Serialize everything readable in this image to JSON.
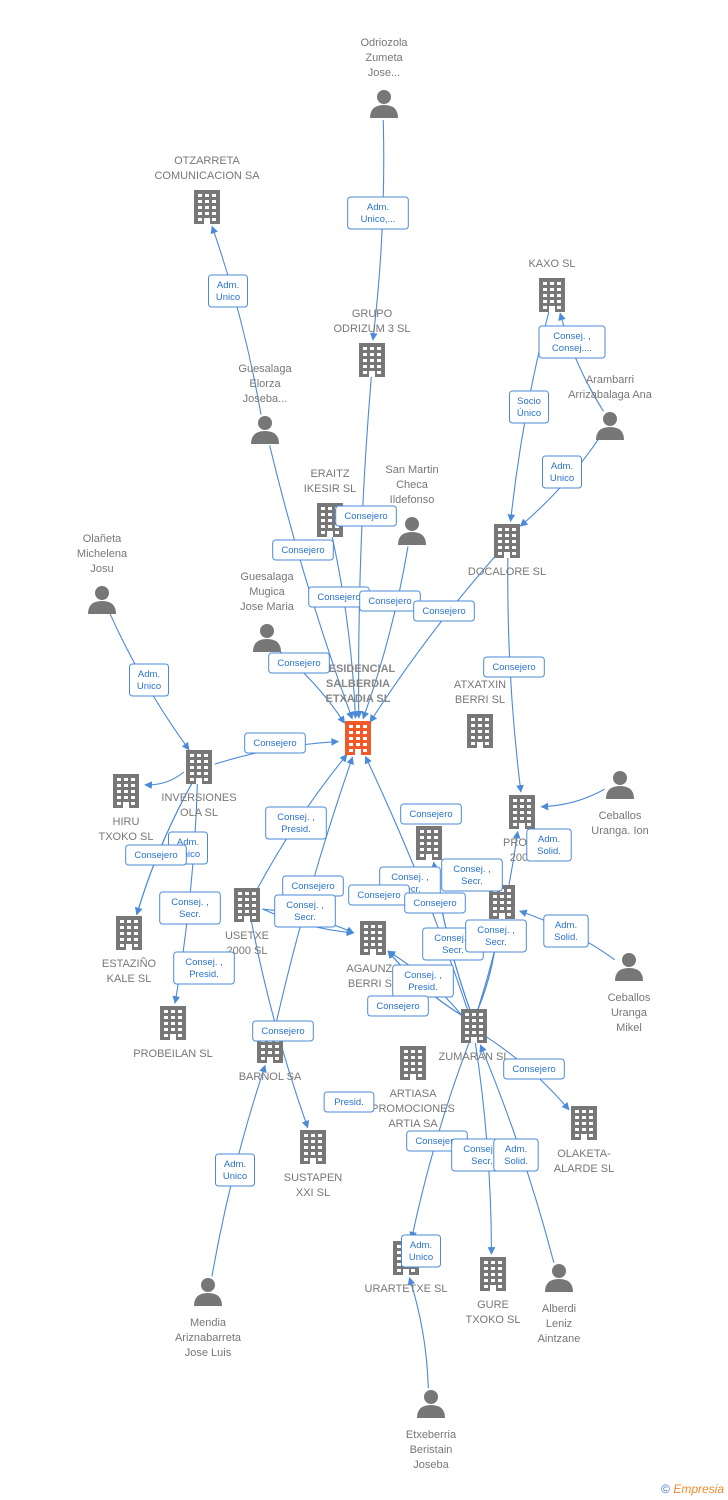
{
  "colors": {
    "edge": "#4a8ad8",
    "node": "#777777",
    "center": "#f05a28"
  },
  "nodes": [
    {
      "id": "center",
      "type": "company",
      "center": true,
      "lines": [
        "RESIDENCIAL",
        "SALBERDIA",
        "ETXADIA SL"
      ]
    },
    {
      "id": "odriozola",
      "type": "person",
      "lines": [
        "Odriozola",
        "Zumeta",
        "Jose..."
      ]
    },
    {
      "id": "otzarreta",
      "type": "company",
      "lines": [
        "OTZARRETA",
        "COMUNICACION SA"
      ]
    },
    {
      "id": "grupo",
      "type": "company",
      "lines": [
        "GRUPO",
        "ODRIZUM 3 SL"
      ]
    },
    {
      "id": "kaxo",
      "type": "company",
      "lines": [
        "KAXO SL"
      ]
    },
    {
      "id": "arambarri",
      "type": "person",
      "lines": [
        "Arambarri",
        "Arrizabalaga Ana"
      ]
    },
    {
      "id": "guesalaga_elorza",
      "type": "person",
      "lines": [
        "Guesalaga",
        "Elorza",
        "Joseba..."
      ]
    },
    {
      "id": "eraitz",
      "type": "company",
      "lines": [
        "ERAITZ",
        "IKESIR SL"
      ]
    },
    {
      "id": "sanmartin",
      "type": "person",
      "lines": [
        "San Martin",
        "Checa",
        "Ildefonso"
      ]
    },
    {
      "id": "docalore",
      "type": "company",
      "lines": [
        "DOCALORE SL"
      ]
    },
    {
      "id": "olaneta",
      "type": "person",
      "lines": [
        "Olañeta",
        "Michelena",
        "Josu"
      ]
    },
    {
      "id": "guesalaga_mugica",
      "type": "person",
      "lines": [
        "Guesalaga",
        "Mugica",
        "Jose Maria"
      ]
    },
    {
      "id": "atxatxin",
      "type": "company",
      "lines": [
        "ATXATXIN",
        "BERRI SL"
      ]
    },
    {
      "id": "inversiones",
      "type": "company",
      "lines": [
        "INVERSIONES",
        "OLA SL"
      ]
    },
    {
      "id": "hiru",
      "type": "company",
      "lines": [
        "HIRU",
        "TXOKO SL"
      ]
    },
    {
      "id": "prote",
      "type": "company",
      "lines": [
        "PROTE",
        "2002"
      ]
    },
    {
      "id": "ceballos_ion",
      "type": "person",
      "lines": [
        "Ceballos",
        "Uranga. Ion"
      ]
    },
    {
      "id": "mid_building",
      "type": "company",
      "lines": []
    },
    {
      "id": "usetxe",
      "type": "company",
      "lines": [
        "USETXE",
        "2000 SL"
      ]
    },
    {
      "id": "estazino",
      "type": "company",
      "lines": [
        "ESTAZIÑO",
        "KALE SL"
      ]
    },
    {
      "id": "agaunza",
      "type": "company",
      "lines": [
        "AGAUNZA",
        "BERRI SL"
      ]
    },
    {
      "id": "de_building",
      "type": "company",
      "lines": [
        "DE..."
      ]
    },
    {
      "id": "ceballos_mikel",
      "type": "person",
      "lines": [
        "Ceballos",
        "Uranga",
        "Mikel"
      ]
    },
    {
      "id": "probeilan",
      "type": "company",
      "lines": [
        "PROBEILAN SL"
      ]
    },
    {
      "id": "barnol",
      "type": "company",
      "lines": [
        "BARNOL SA"
      ]
    },
    {
      "id": "zumaran",
      "type": "company",
      "lines": [
        "ZUMARAN SL"
      ]
    },
    {
      "id": "artiasa",
      "type": "company",
      "lines": [
        "ARTIASA",
        "PROMOCIONES",
        "ARTIA SA"
      ]
    },
    {
      "id": "olaketa",
      "type": "company",
      "lines": [
        "OLAKETA-",
        "ALARDE SL"
      ]
    },
    {
      "id": "sustapen",
      "type": "company",
      "lines": [
        "SUSTAPEN",
        "XXI SL"
      ]
    },
    {
      "id": "mendia",
      "type": "person",
      "lines": [
        "Mendia",
        "Ariznabarreta",
        "Jose Luis"
      ]
    },
    {
      "id": "urartetxe",
      "type": "company",
      "lines": [
        "URARTETXE SL"
      ]
    },
    {
      "id": "gure",
      "type": "company",
      "lines": [
        "GURE",
        "TXOKO SL"
      ]
    },
    {
      "id": "alberdi",
      "type": "person",
      "lines": [
        "Alberdi",
        "Leniz",
        "Aintzane"
      ]
    },
    {
      "id": "etxeberria",
      "type": "person",
      "lines": [
        "Etxeberria",
        "Beristain",
        "Joseba"
      ]
    }
  ],
  "edges": [
    {
      "from": "odriozola",
      "to": "grupo",
      "label": [
        "Adm.",
        "Unico,..."
      ]
    },
    {
      "from": "guesalaga_elorza",
      "to": "otzarreta",
      "label": [
        "Adm.",
        "Unico"
      ]
    },
    {
      "from": "arambarri",
      "to": "kaxo",
      "label": [
        "Consej. ,",
        "Consej...."
      ]
    },
    {
      "from": "kaxo",
      "to": "docalore",
      "label": [
        "Socio",
        "Único"
      ]
    },
    {
      "from": "arambarri",
      "to": "docalore",
      "label": [
        "Adm.",
        "Unico"
      ]
    },
    {
      "from": "guesalaga_elorza",
      "to": "center",
      "label": [
        "Consejero"
      ]
    },
    {
      "from": "eraitz",
      "to": "center",
      "label": [
        "Consejero"
      ]
    },
    {
      "from": "grupo",
      "to": "center",
      "label": [
        "Consejero"
      ]
    },
    {
      "from": "sanmartin",
      "to": "center",
      "label": [
        "Consejero"
      ]
    },
    {
      "from": "docalore",
      "to": "center",
      "label": [
        "Consejero"
      ]
    },
    {
      "from": "guesalaga_mugica",
      "to": "center",
      "label": [
        "Consejero"
      ]
    },
    {
      "from": "olaneta",
      "to": "inversiones",
      "label": [
        "Adm.",
        "Unico"
      ]
    },
    {
      "from": "inversiones",
      "to": "center",
      "label": [
        "Consejero"
      ]
    },
    {
      "from": "docalore",
      "to": "prote",
      "label": [
        "Consejero"
      ]
    },
    {
      "from": "usetxe",
      "to": "center",
      "label": [
        "Consej. ,",
        "Presid."
      ]
    },
    {
      "from": "inversiones",
      "to": "estazino",
      "label": [
        "Adm.",
        "Unico"
      ]
    },
    {
      "from": "inversiones",
      "to": "hiru",
      "label": [
        "Consejero"
      ]
    },
    {
      "from": "inversiones",
      "to": "estazino",
      "label": [
        "Consej. ,",
        "Secr."
      ]
    },
    {
      "from": "inversiones",
      "to": "probeilan",
      "label": [
        "Consej. ,",
        "Presid."
      ]
    },
    {
      "from": "usetxe",
      "to": "agaunza",
      "label": [
        "Consejero"
      ]
    },
    {
      "from": "usetxe",
      "to": "agaunza",
      "label": [
        "Consej. ,",
        "Secr."
      ]
    },
    {
      "from": "zumaran",
      "to": "center",
      "label": [
        "Consejero"
      ]
    },
    {
      "from": "zumaran",
      "to": "mid_building",
      "label": [
        "Consej. ,",
        "Secr."
      ]
    },
    {
      "from": "zumaran",
      "to": "prote",
      "label": [
        "Consej. ,",
        "Secr."
      ]
    },
    {
      "from": "zumaran",
      "to": "mid_building",
      "label": [
        "Consejero"
      ]
    },
    {
      "from": "zumaran",
      "to": "de_building",
      "label": [
        "Consejero"
      ]
    },
    {
      "from": "zumaran",
      "to": "agaunza",
      "label": [
        "Consej. ,",
        "Secr."
      ]
    },
    {
      "from": "zumaran",
      "to": "de_building",
      "label": [
        "Consej. ,",
        "Secr."
      ]
    },
    {
      "from": "zumaran",
      "to": "agaunza",
      "label": [
        "Consej. ,",
        "Presid."
      ]
    },
    {
      "from": "zumaran",
      "to": "agaunza",
      "label": [
        "Consejero"
      ]
    },
    {
      "from": "ceballos_ion",
      "to": "prote",
      "label": [
        "Adm.",
        "Solid."
      ]
    },
    {
      "from": "ceballos_mikel",
      "to": "de_building",
      "label": [
        "Adm.",
        "Solid."
      ]
    },
    {
      "from": "barnol",
      "to": "center",
      "label": [
        "Consejero"
      ]
    },
    {
      "from": "usetxe",
      "to": "sustapen",
      "label": [
        "Presid."
      ]
    },
    {
      "from": "zumaran",
      "to": "olaketa",
      "label": [
        "Consejero"
      ]
    },
    {
      "from": "zumaran",
      "to": "urartetxe",
      "label": [
        "Consejero"
      ]
    },
    {
      "from": "zumaran",
      "to": "gure",
      "label": [
        "Consej. ,",
        "Secr."
      ]
    },
    {
      "from": "alberdi",
      "to": "zumaran",
      "label": [
        "Adm.",
        "Solid."
      ]
    },
    {
      "from": "mendia",
      "to": "barnol",
      "label": [
        "Adm.",
        "Unico"
      ]
    },
    {
      "from": "etxeberria",
      "to": "urartetxe",
      "label": [
        "Adm.",
        "Unico"
      ]
    }
  ],
  "credit": {
    "symbol": "©",
    "brand": "Empresia"
  }
}
